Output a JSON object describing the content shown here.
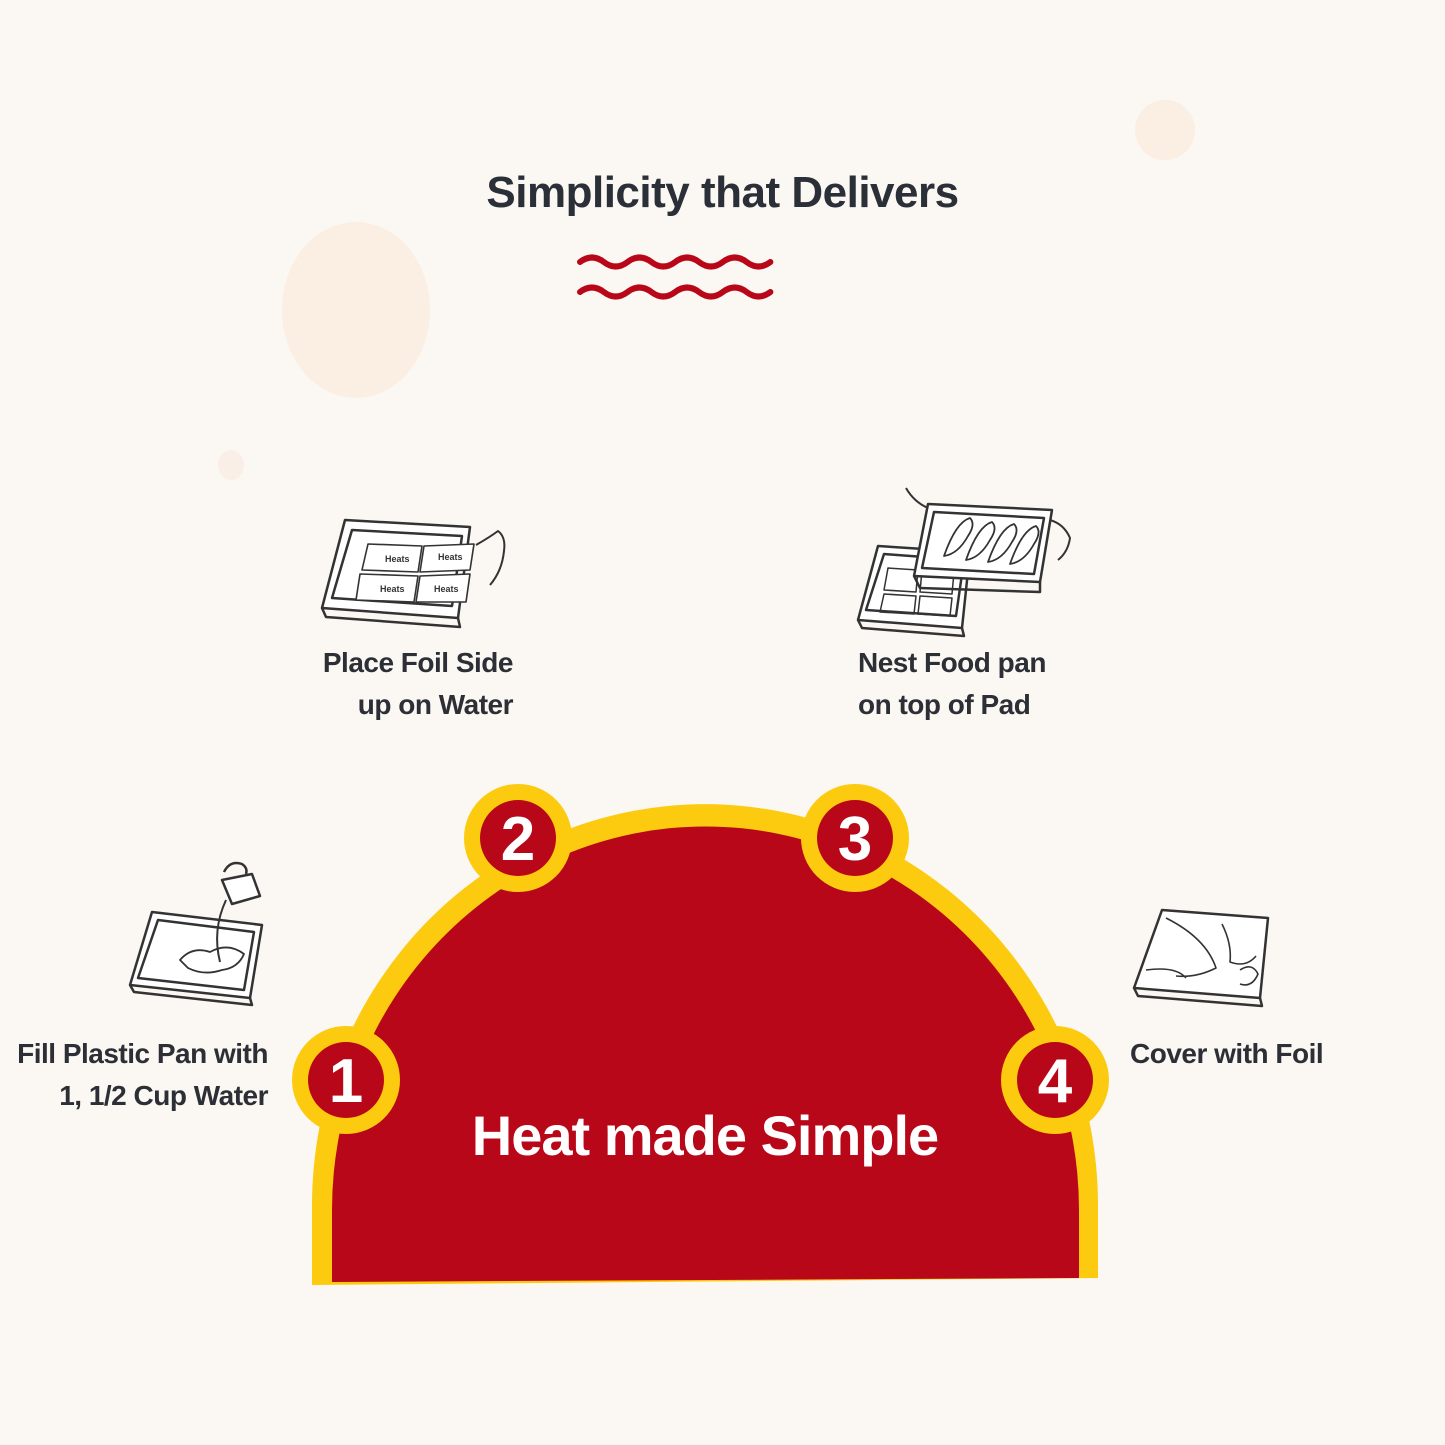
{
  "title": "Simplicity that Delivers",
  "center_heading": "Heat made Simple",
  "colors": {
    "background": "#fbf7f2",
    "accent_red": "#b80718",
    "accent_yellow": "#fccb10",
    "text_dark": "#2c2f36"
  },
  "steps": [
    {
      "number": "1",
      "line1": "Fill Plastic Pan with",
      "line2": "1, 1/2 Cup Water",
      "icon": "water-pour-pan-icon"
    },
    {
      "number": "2",
      "line1": "Place Foil Side",
      "line2": "up on Water",
      "icon": "pad-in-pan-icon"
    },
    {
      "number": "3",
      "line1": "Nest Food pan",
      "line2": "on top of Pad",
      "icon": "food-pan-nest-icon"
    },
    {
      "number": "4",
      "line1": "Cover with Foil",
      "line2": "",
      "icon": "foil-covered-pan-icon"
    }
  ],
  "pad_brand": "Heats"
}
